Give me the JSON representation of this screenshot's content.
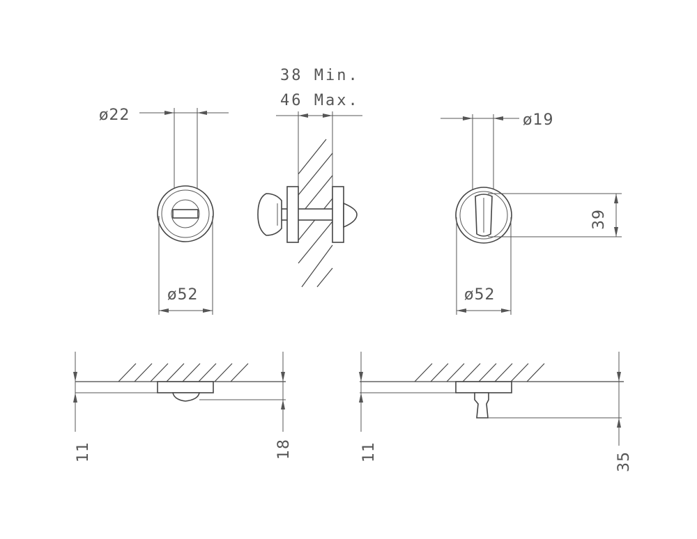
{
  "dimensions": {
    "thickness_min": "38 Min.",
    "thickness_max": "46 Max.",
    "left_spindle_dia": "ø22",
    "right_spindle_dia": "ø19",
    "left_rose_dia": "ø52",
    "right_rose_dia": "ø52",
    "right_height": "39",
    "left_rose_thickness": "11",
    "left_projection": "18",
    "right_rose_thickness": "11",
    "right_projection": "35"
  }
}
